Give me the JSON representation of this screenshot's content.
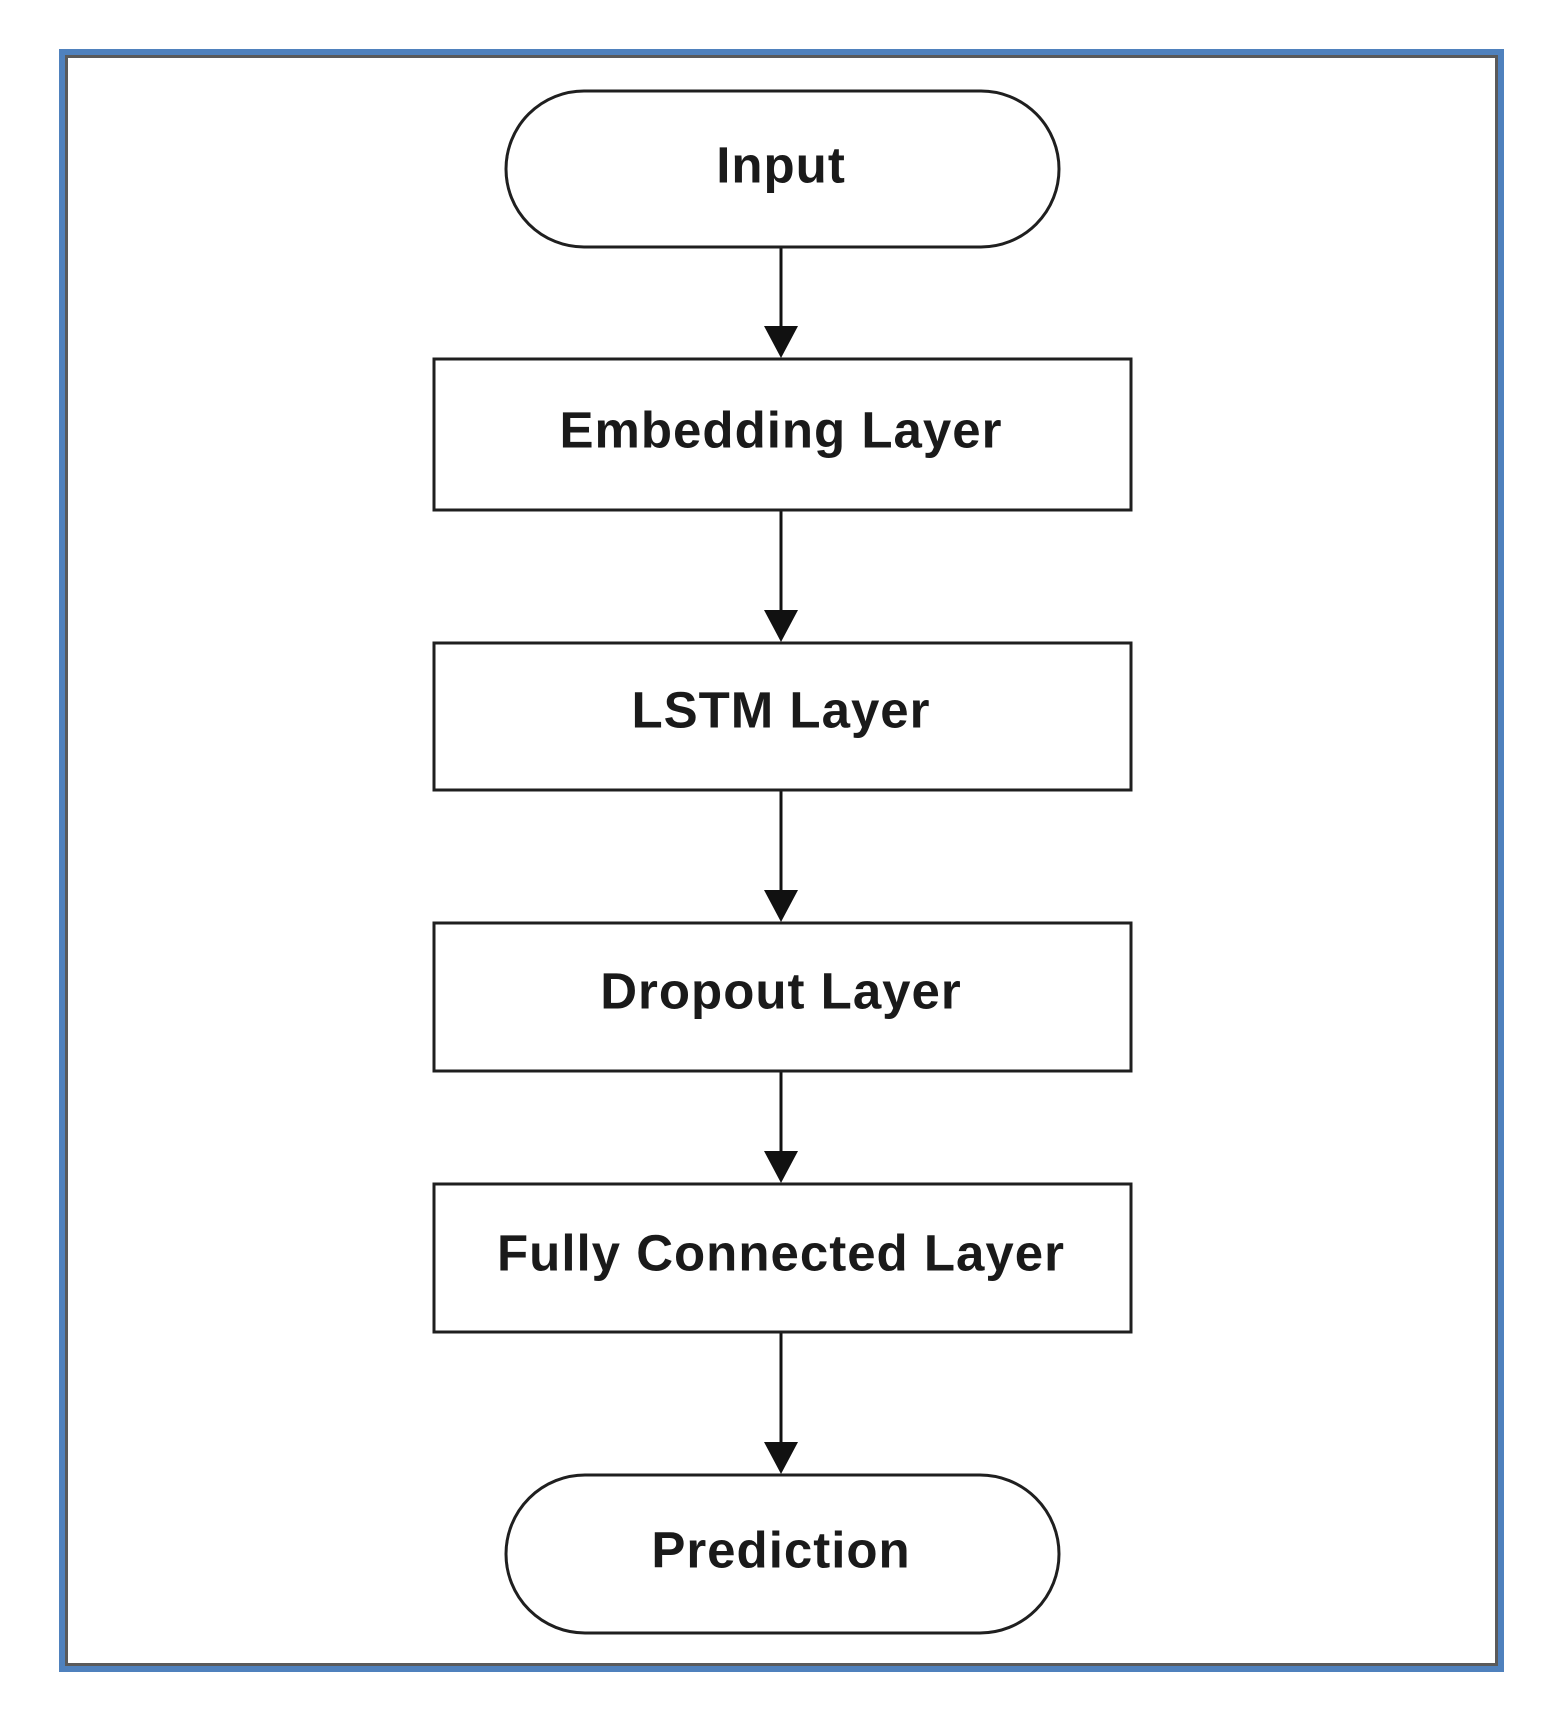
{
  "diagram": {
    "nodes": [
      {
        "id": "input",
        "label": "Input",
        "shape": "terminator"
      },
      {
        "id": "embedding",
        "label": "Embedding Layer",
        "shape": "process"
      },
      {
        "id": "lstm",
        "label": "LSTM Layer",
        "shape": "process"
      },
      {
        "id": "dropout",
        "label": "Dropout Layer",
        "shape": "process"
      },
      {
        "id": "fully_connected",
        "label": "Fully Connected Layer",
        "shape": "process"
      },
      {
        "id": "prediction",
        "label": "Prediction",
        "shape": "terminator"
      }
    ],
    "edges": [
      {
        "from": "input",
        "to": "embedding"
      },
      {
        "from": "embedding",
        "to": "lstm"
      },
      {
        "from": "lstm",
        "to": "dropout"
      },
      {
        "from": "dropout",
        "to": "fully_connected"
      },
      {
        "from": "fully_connected",
        "to": "prediction"
      }
    ],
    "colors": {
      "frame": "#4f81bd",
      "stroke": "#1f1f1f",
      "fill": "#ffffff"
    }
  }
}
